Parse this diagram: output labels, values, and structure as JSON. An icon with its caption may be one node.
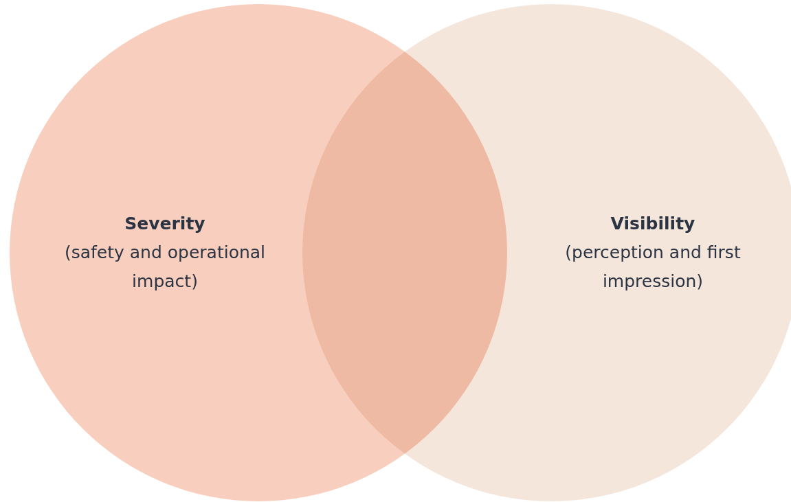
{
  "diagram": {
    "nodes": [
      {
        "text": [
          "Severity",
          "(safety and operational impact)"
        ]
      },
      {
        "text": [
          "Visibility",
          "(perception and first impression)"
        ]
      }
    ]
  }
}
